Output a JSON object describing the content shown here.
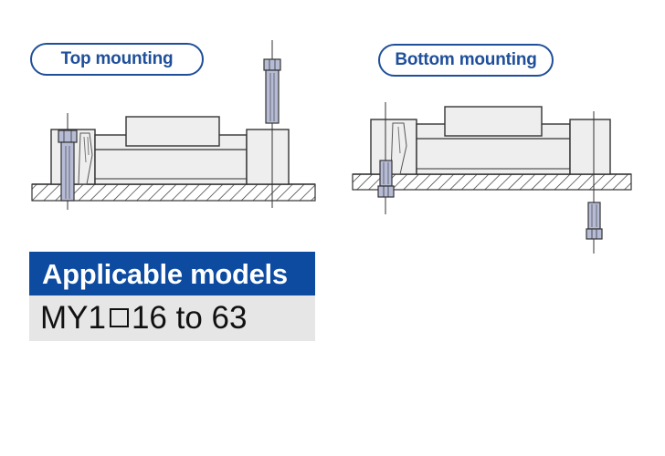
{
  "labels": {
    "top_mounting": "Top mounting",
    "bottom_mounting": "Bottom mounting"
  },
  "models": {
    "heading": "Applicable models",
    "prefix": "MY1",
    "square_icon": "square-placeholder-icon",
    "range": "16 to 63"
  },
  "colors": {
    "accent_blue": "#1f4f9a",
    "header_blue": "#0d4ba1",
    "bolt_fill": "#b7bcd6",
    "panel_grey": "#e6e6e6"
  }
}
